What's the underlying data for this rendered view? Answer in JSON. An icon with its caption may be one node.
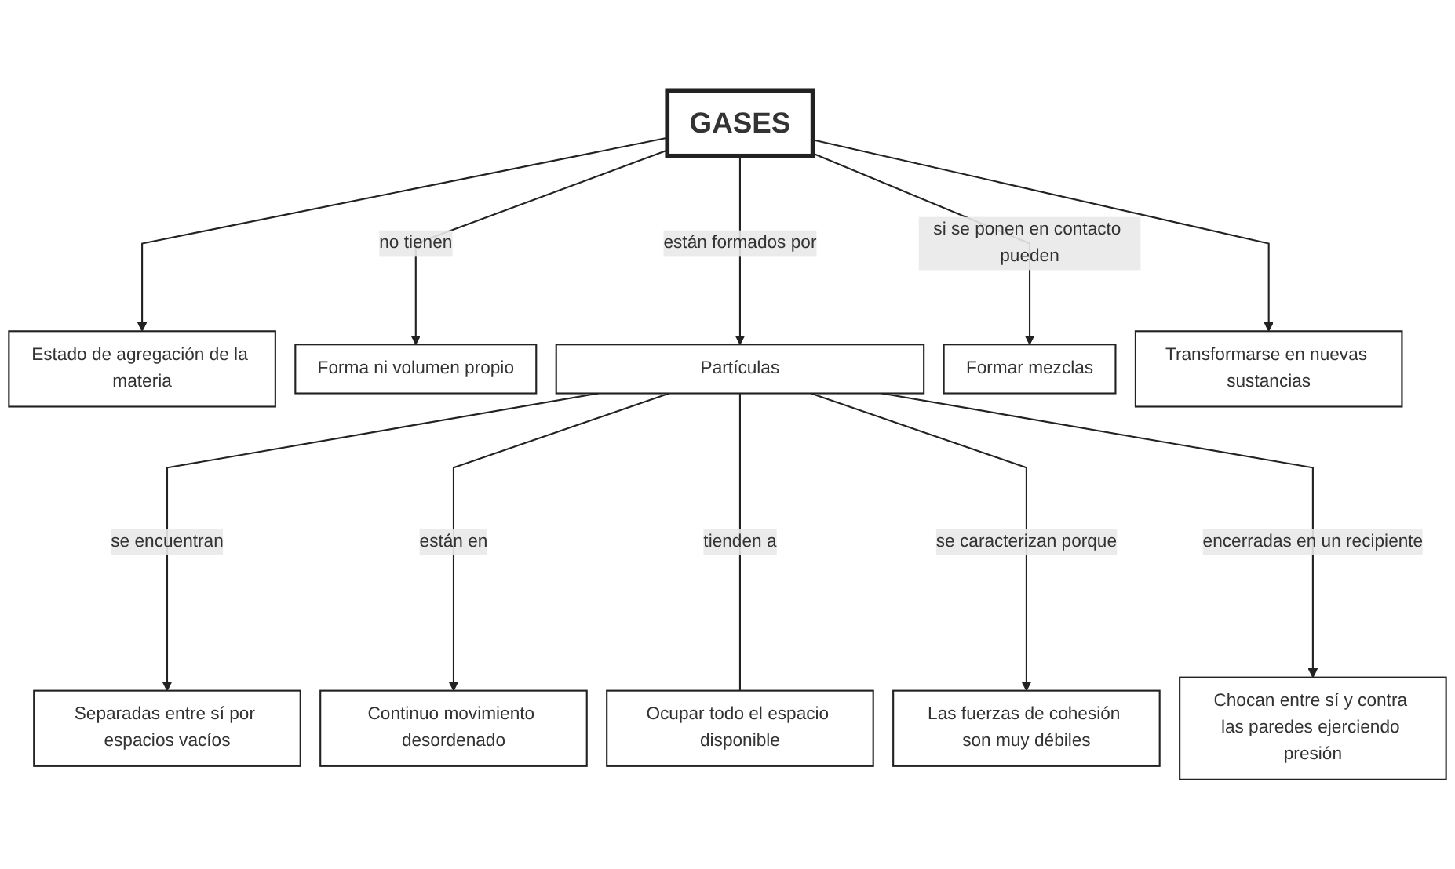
{
  "diagram": {
    "nodes": [
      {
        "text": [
          "GASES"
        ]
      },
      {
        "text": [
          "Estado de agregación de la materia"
        ]
      },
      {
        "text": [
          "Forma ni volumen propio"
        ]
      },
      {
        "text": [
          "Partículas"
        ]
      },
      {
        "text": [
          "Formar mezclas"
        ]
      },
      {
        "text": [
          "Transformarse en nuevas sustancias"
        ]
      },
      {
        "text": [
          "Separadas entre sí por espacios vacíos"
        ]
      },
      {
        "text": [
          "Continuo movimiento desordenado"
        ]
      },
      {
        "text": [
          "Ocupar todo el espacio disponible"
        ]
      },
      {
        "text": [
          "Las fuerzas de cohesión son muy débiles"
        ]
      },
      {
        "text": [
          "Chocan entre sí y contra las paredes ejerciendo presión"
        ]
      }
    ],
    "edges": [
      {
        "from": 0,
        "to": 1,
        "arrow": "to"
      },
      {
        "from": 0,
        "to": 2,
        "arrow": "to",
        "label": "no tienen"
      },
      {
        "from": 0,
        "to": 3,
        "arrow": "to",
        "label": "están formados por"
      },
      {
        "from": 0,
        "to": 4,
        "arrow": "to",
        "label": "si se ponen en contacto pueden"
      },
      {
        "from": 0,
        "to": 5,
        "arrow": "to"
      },
      {
        "from": 3,
        "to": 6,
        "arrow": "to",
        "label": "se encuentran"
      },
      {
        "from": 3,
        "to": 7,
        "arrow": "to",
        "label": "están en"
      },
      {
        "from": 3,
        "to": 8,
        "arrow": "none",
        "label": "tienden a"
      },
      {
        "from": 3,
        "to": 9,
        "arrow": "to",
        "label": "se caracterizan porque"
      },
      {
        "from": 3,
        "to": 10,
        "arrow": "to",
        "label": "encerradas en un recipiente"
      }
    ]
  }
}
